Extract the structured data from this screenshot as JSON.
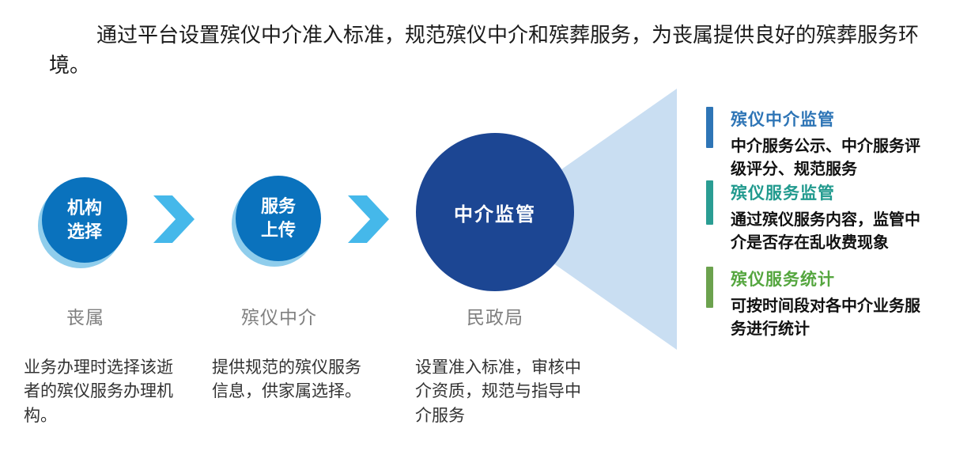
{
  "intro": {
    "text": "通过平台设置殡仪中介准入标准，规范殡仪中介和殡葬服务，为丧属提供良好的殡葬服务环境。"
  },
  "flow": {
    "steps": [
      {
        "circle_lines": [
          "机构",
          "选择"
        ],
        "label": "丧属",
        "description": "业务办理时选择该逝者的殡仪服务办理机构。"
      },
      {
        "circle_lines": [
          "服务",
          "上传"
        ],
        "label": "殡仪中介",
        "description": "提供规范的殡仪服务信息，供家属选择。"
      },
      {
        "circle_lines": [
          "中介监管"
        ],
        "label": "民政局",
        "description": "设置准入标准，审核中介资质，规范与指导中介服务"
      }
    ]
  },
  "outcomes": [
    {
      "title": "殡仪中介监管",
      "body": "中介服务公示、中介服务评级评分、规范服务",
      "title_color": "#2e75b6",
      "bar_color": "#2e75b6"
    },
    {
      "title": "殡仪服务监管",
      "body": "通过殡仪服务内容，监管中介是否存在乱收费现象",
      "title_color": "#219a8e",
      "bar_color": "#2a9d93"
    },
    {
      "title": "殡仪服务统计",
      "body": "可按时间段对各中介业务服务进行统计",
      "title_color": "#55a63f",
      "bar_color": "#6ca24e"
    }
  ],
  "colors": {
    "step_circle_blue": "#0a72bd",
    "step_circle_ring": "#8fcdec",
    "main_circle_navy": "#1c4693",
    "arrow_blue": "#45b8ea",
    "funnel_light_blue": "#c9def2",
    "label_gray": "#7f7f7f"
  }
}
